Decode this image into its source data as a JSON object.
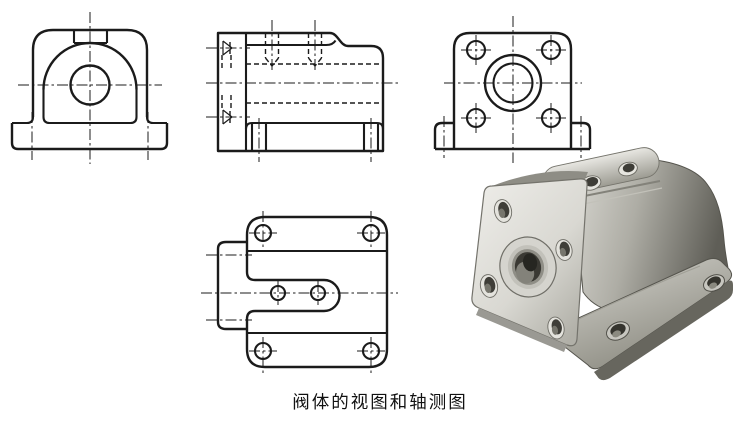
{
  "figure": {
    "caption": "阀体的视图和轴测图"
  },
  "colors": {
    "paper": "#ffffff",
    "ink": "#1b1b1b",
    "metal_light": "#e9e8e3",
    "metal_mid": "#b2b1aa",
    "metal_dark": "#66655e"
  },
  "views": [
    "front-view",
    "section-side-view",
    "left-side-view",
    "top-view",
    "isometric-pictorial"
  ]
}
